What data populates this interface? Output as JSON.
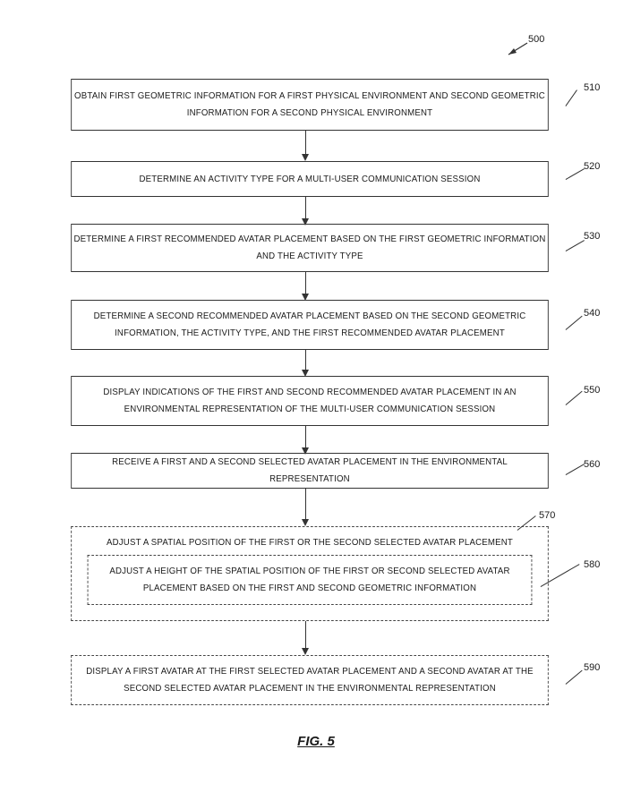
{
  "diagram": {
    "ref": "500",
    "steps": [
      {
        "id": "510",
        "text": "Obtain first geometric information for a first physical environment and second geometric information for a second physical environment",
        "line1": "OBTAIN FIRST GEOMETRIC INFORMATION FOR A FIRST PHYSICAL ENVIRONMENT AND SECOND GEOMETRIC",
        "line2": "INFORMATION FOR A SECOND PHYSICAL ENVIRONMENT",
        "optional": false
      },
      {
        "id": "520",
        "line1": "DETERMINE AN ACTIVITY TYPE FOR A MULTI-USER COMMUNICATION SESSION",
        "line2": "",
        "optional": false
      },
      {
        "id": "530",
        "line1": "DETERMINE A FIRST RECOMMENDED AVATAR PLACEMENT BASED ON THE FIRST GEOMETRIC INFORMATION",
        "line2": "AND THE ACTIVITY TYPE",
        "optional": false
      },
      {
        "id": "540",
        "line1": "DETERMINE A SECOND RECOMMENDED AVATAR PLACEMENT BASED ON THE SECOND GEOMETRIC",
        "line2": "INFORMATION, THE ACTIVITY TYPE, AND THE FIRST RECOMMENDED AVATAR PLACEMENT",
        "optional": false
      },
      {
        "id": "550",
        "line1": "DISPLAY INDICATIONS OF THE FIRST AND SECOND RECOMMENDED AVATAR PLACEMENT IN AN",
        "line2": "ENVIRONMENTAL REPRESENTATION OF THE MULTI-USER COMMUNICATION SESSION",
        "optional": false
      },
      {
        "id": "560",
        "line1": "RECEIVE A FIRST AND A SECOND SELECTED AVATAR PLACEMENT IN THE ENVIRONMENTAL REPRESENTATION",
        "line2": "",
        "optional": false
      },
      {
        "id": "570",
        "line1": "ADJUST A SPATIAL POSITION OF THE FIRST OR THE SECOND SELECTED AVATAR PLACEMENT",
        "line2": "",
        "optional": true
      },
      {
        "id": "580",
        "line1": "ADJUST A HEIGHT OF THE SPATIAL POSITION OF THE FIRST OR SECOND SELECTED AVATAR",
        "line2": "PLACEMENT BASED ON THE FIRST AND SECOND GEOMETRIC INFORMATION",
        "optional": true
      },
      {
        "id": "590",
        "line1": "DISPLAY A FIRST AVATAR AT THE FIRST SELECTED AVATAR PLACEMENT AND A SECOND AVATAR AT THE",
        "line2": "SECOND SELECTED AVATAR PLACEMENT IN THE ENVIRONMENTAL REPRESENTATION",
        "optional": true
      }
    ],
    "figure_label": "FIG. 5"
  }
}
